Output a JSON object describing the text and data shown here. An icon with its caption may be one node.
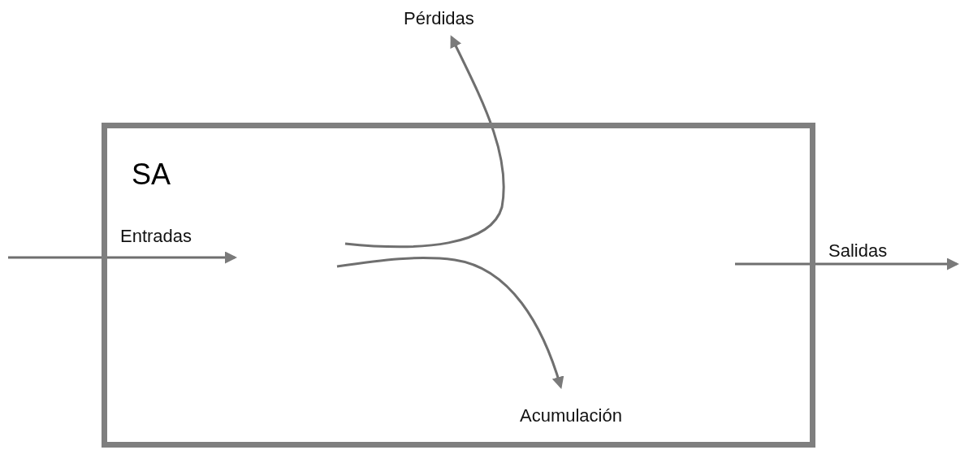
{
  "diagram": {
    "nodes": [
      {
        "text": [
          "SA"
        ]
      },
      {
        "text": [
          "Pérdidas"
        ]
      },
      {
        "text": [
          "Entradas"
        ],
        "in": 0
      },
      {
        "text": [
          "Salidas"
        ]
      },
      {
        "text": [
          "Acumulación"
        ],
        "in": 0
      }
    ],
    "edges": [
      {
        "from": null,
        "to": 2,
        "arrow": "to"
      },
      {
        "from": null,
        "to": 3,
        "arrow": "to"
      },
      {
        "from": null,
        "to": 1,
        "arrow": "to"
      },
      {
        "from": null,
        "to": 4,
        "arrow": "to"
      }
    ]
  }
}
